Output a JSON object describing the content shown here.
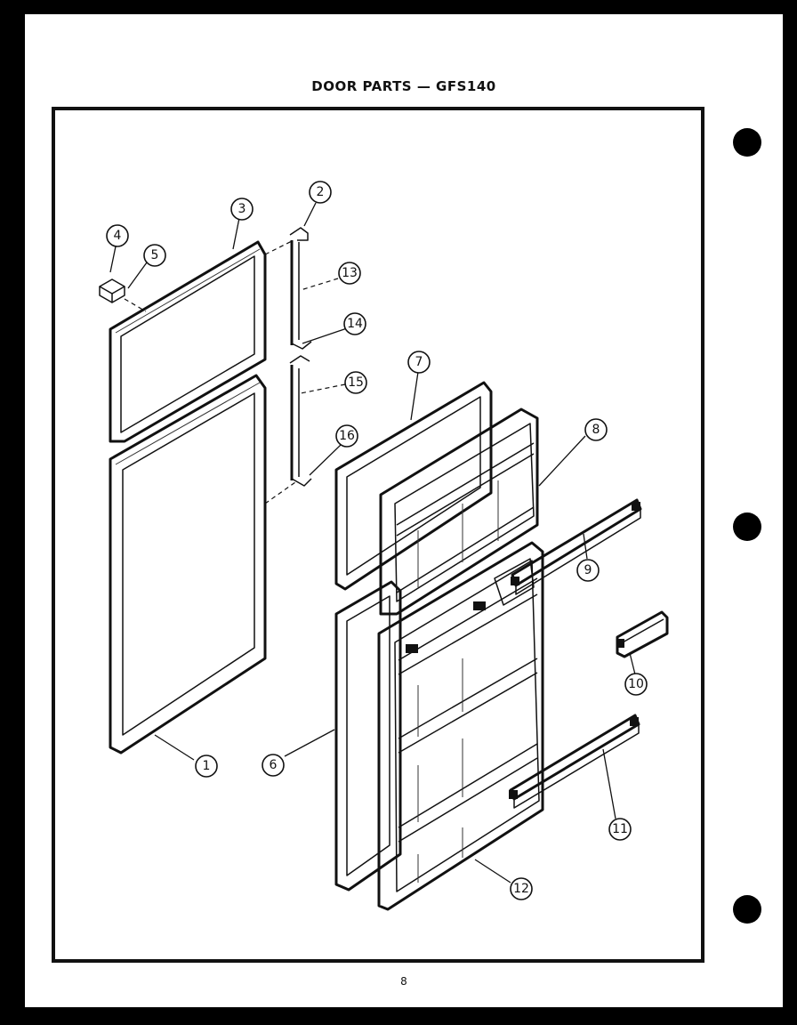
{
  "title": "DOOR PARTS — GFS140",
  "page_number": "8",
  "callouts": [
    "1",
    "2",
    "3",
    "4",
    "5",
    "6",
    "7",
    "8",
    "9",
    "10",
    "11",
    "12",
    "13",
    "14",
    "15",
    "16"
  ]
}
